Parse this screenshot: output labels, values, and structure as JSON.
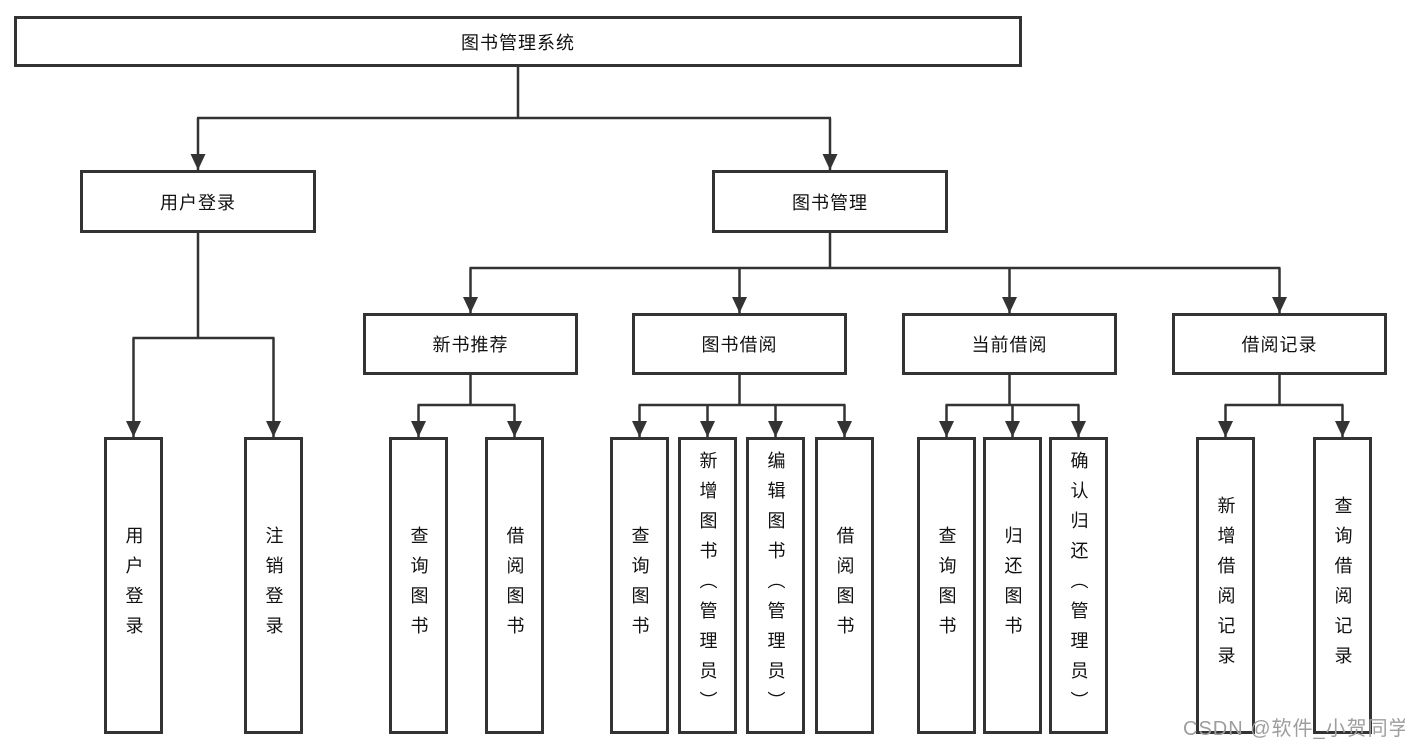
{
  "tree": {
    "label": "图书管理系统",
    "children": [
      {
        "label": "用户登录",
        "children": [
          {
            "label": "用户登录"
          },
          {
            "label": "注销登录"
          }
        ]
      },
      {
        "label": "图书管理",
        "children": [
          {
            "label": "新书推荐",
            "children": [
              {
                "label": "查询图书"
              },
              {
                "label": "借阅图书"
              }
            ]
          },
          {
            "label": "图书借阅",
            "children": [
              {
                "label": "查询图书"
              },
              {
                "label": "新增图书（管理员）"
              },
              {
                "label": "编辑图书（管理员）"
              },
              {
                "label": "借阅图书"
              }
            ]
          },
          {
            "label": "当前借阅",
            "children": [
              {
                "label": "查询图书"
              },
              {
                "label": "归还图书"
              },
              {
                "label": "确认归还（管理员）"
              }
            ]
          },
          {
            "label": "借阅记录",
            "children": [
              {
                "label": "新增借阅记录"
              },
              {
                "label": "查询借阅记录"
              }
            ]
          }
        ]
      }
    ]
  },
  "watermark": "CSDN @软件_小贺同学",
  "colors": {
    "line": "#333333",
    "box_border": "#333333",
    "watermark": "#9e9e9e"
  }
}
